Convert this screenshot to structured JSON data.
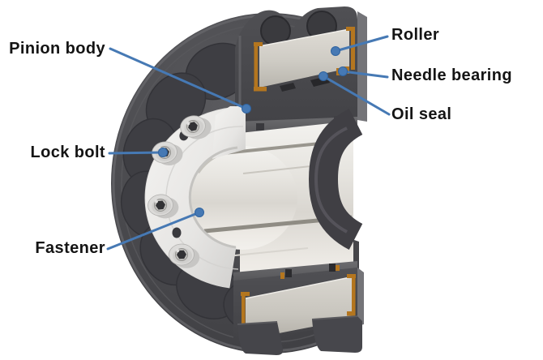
{
  "labels": {
    "pinion_body": {
      "text": "Pinion body"
    },
    "lock_bolt": {
      "text": "Lock bolt"
    },
    "fastener": {
      "text": "Fastener"
    },
    "roller": {
      "text": "Roller"
    },
    "needle_bearing": {
      "text": "Needle bearing"
    },
    "oil_seal": {
      "text": "Oil seal"
    }
  },
  "theme": {
    "background": "#ffffff",
    "label_text": "#141414",
    "leader_blue": "#4679b4",
    "leader_dot_edge": "#2f639f",
    "body_dark": "#49494d",
    "body_shadow": "#3b3b3f",
    "cut_face_gray": "#636366",
    "side_face_gray": "#747478",
    "roller_light": "#d3d0c9",
    "hub_white": "#ebe9e4",
    "flange_white": "#efeeec",
    "seal_orange": "#b4761f"
  }
}
